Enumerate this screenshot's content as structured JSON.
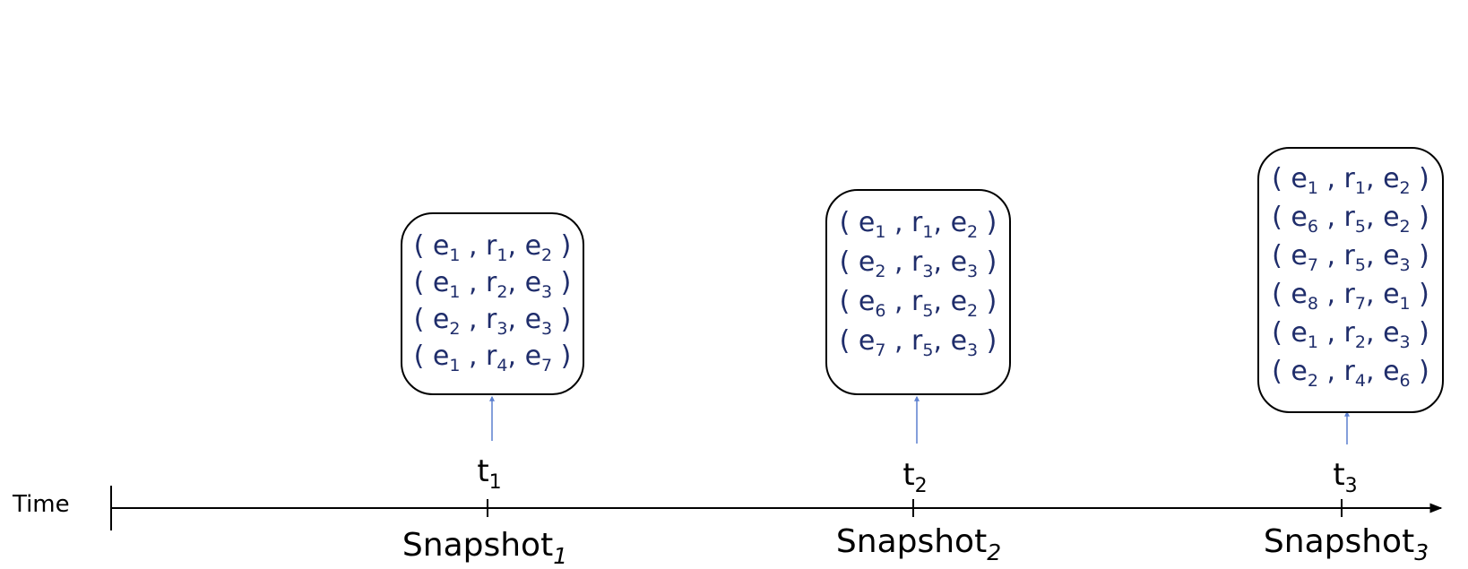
{
  "axis": {
    "label": "Time",
    "ticks": [
      {
        "time": "t",
        "time_index": "1",
        "snapshot": "Snapshot",
        "snapshot_index": "1"
      },
      {
        "time": "t",
        "time_index": "2",
        "snapshot": "Snapshot",
        "snapshot_index": "2"
      },
      {
        "time": "t",
        "time_index": "3",
        "snapshot": "Snapshot",
        "snapshot_index": "3"
      }
    ]
  },
  "snapshots": [
    {
      "triples": [
        {
          "h": "e",
          "hi": "1",
          "r": "r",
          "ri": "1",
          "t": "e",
          "ti": "2"
        },
        {
          "h": "e",
          "hi": "1",
          "r": "r",
          "ri": "2",
          "t": "e",
          "ti": "3"
        },
        {
          "h": "e",
          "hi": "2",
          "r": "r",
          "ri": "3",
          "t": "e",
          "ti": "3"
        },
        {
          "h": "e",
          "hi": "1",
          "r": "r",
          "ri": "4",
          "t": "e",
          "ti": "7"
        }
      ]
    },
    {
      "triples": [
        {
          "h": "e",
          "hi": "1",
          "r": "r",
          "ri": "1",
          "t": "e",
          "ti": "2"
        },
        {
          "h": "e",
          "hi": "2",
          "r": "r",
          "ri": "3",
          "t": "e",
          "ti": "3"
        },
        {
          "h": "e",
          "hi": "6",
          "r": "r",
          "ri": "5",
          "t": "e",
          "ti": "2"
        },
        {
          "h": "e",
          "hi": "7",
          "r": "r",
          "ri": "5",
          "t": "e",
          "ti": "3"
        }
      ]
    },
    {
      "triples": [
        {
          "h": "e",
          "hi": "1",
          "r": "r",
          "ri": "1",
          "t": "e",
          "ti": "2"
        },
        {
          "h": "e",
          "hi": "6",
          "r": "r",
          "ri": "5",
          "t": "e",
          "ti": "2"
        },
        {
          "h": "e",
          "hi": "7",
          "r": "r",
          "ri": "5",
          "t": "e",
          "ti": "3"
        },
        {
          "h": "e",
          "hi": "8",
          "r": "r",
          "ri": "7",
          "t": "e",
          "ti": "1"
        },
        {
          "h": "e",
          "hi": "1",
          "r": "r",
          "ri": "2",
          "t": "e",
          "ti": "3"
        },
        {
          "h": "e",
          "hi": "2",
          "r": "r",
          "ri": "4",
          "t": "e",
          "ti": "6"
        }
      ]
    }
  ],
  "colors": {
    "triple_text": "#1f2d6b",
    "arrow": "#5b7fcf",
    "axis": "#000000"
  }
}
